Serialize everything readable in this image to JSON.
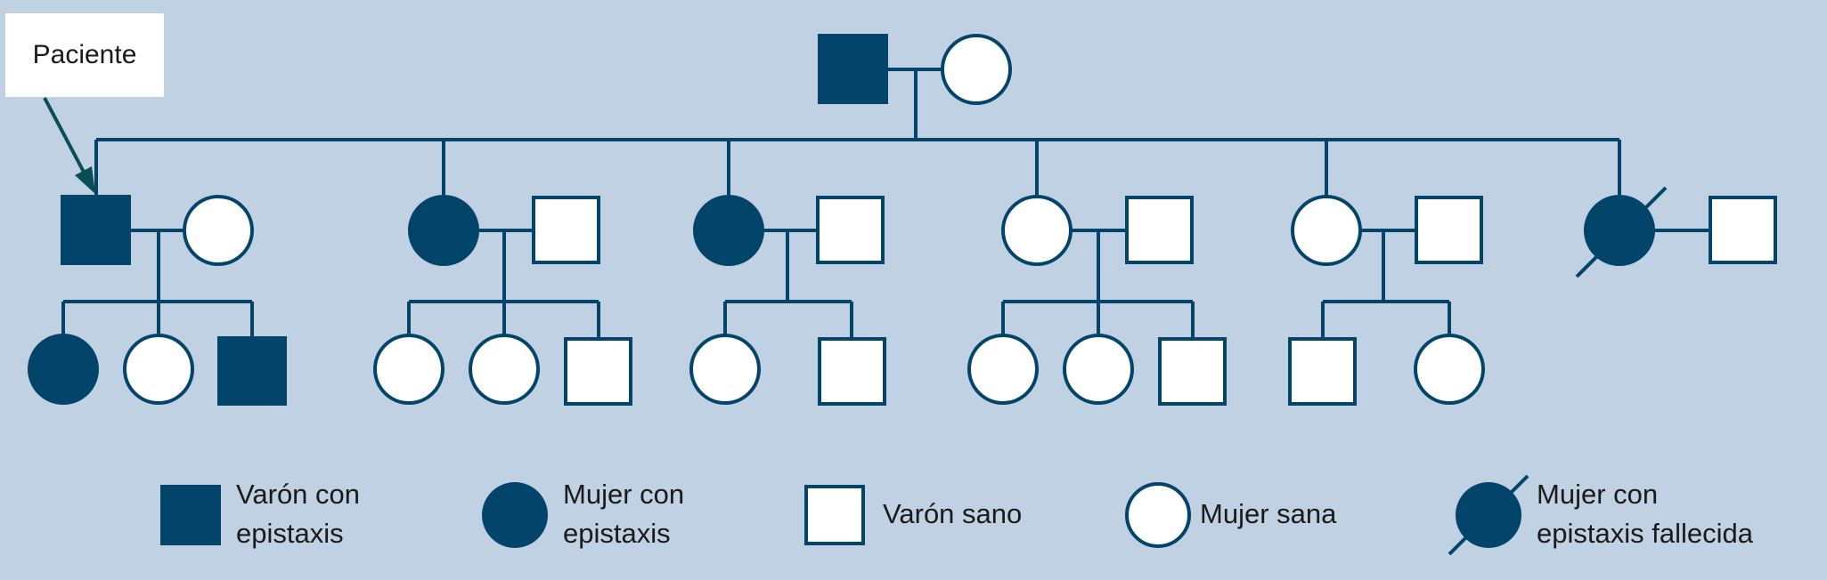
{
  "patient_label": "Paciente",
  "colors": {
    "background": "#c0d1e3",
    "affected": "#03446a",
    "unaffected_fill": "#ffffff",
    "line": "#03446a"
  },
  "legend": {
    "affected_male": {
      "line1": "Varón con",
      "line2": "epistaxis"
    },
    "affected_female": {
      "line1": "Mujer con",
      "line2": "epistaxis"
    },
    "healthy_male": {
      "line1": "Varón sano"
    },
    "healthy_female": {
      "line1": "Mujer sana"
    },
    "deceased_affected_female": {
      "line1": "Mujer con",
      "line2": "epistaxis fallecida"
    }
  },
  "pedigree": {
    "generation_1": [
      {
        "sex": "male",
        "affected": true
      },
      {
        "sex": "female",
        "affected": false
      }
    ],
    "generation_2": [
      {
        "sex": "male",
        "affected": true,
        "proband": true,
        "partner": "female",
        "children": [
          "female-affected",
          "female",
          "male-affected"
        ]
      },
      {
        "sex": "female",
        "affected": true,
        "partner": "male",
        "children": [
          "female",
          "female",
          "male"
        ]
      },
      {
        "sex": "female",
        "affected": true,
        "partner": "male",
        "children": [
          "female",
          "male"
        ]
      },
      {
        "sex": "female",
        "affected": false,
        "partner": "male",
        "children": [
          "female",
          "female",
          "male"
        ]
      },
      {
        "sex": "female",
        "affected": false,
        "partner": "male",
        "children": [
          "male",
          "female"
        ]
      },
      {
        "sex": "female",
        "affected": true,
        "deceased": true,
        "partner": "male",
        "children": []
      }
    ]
  }
}
